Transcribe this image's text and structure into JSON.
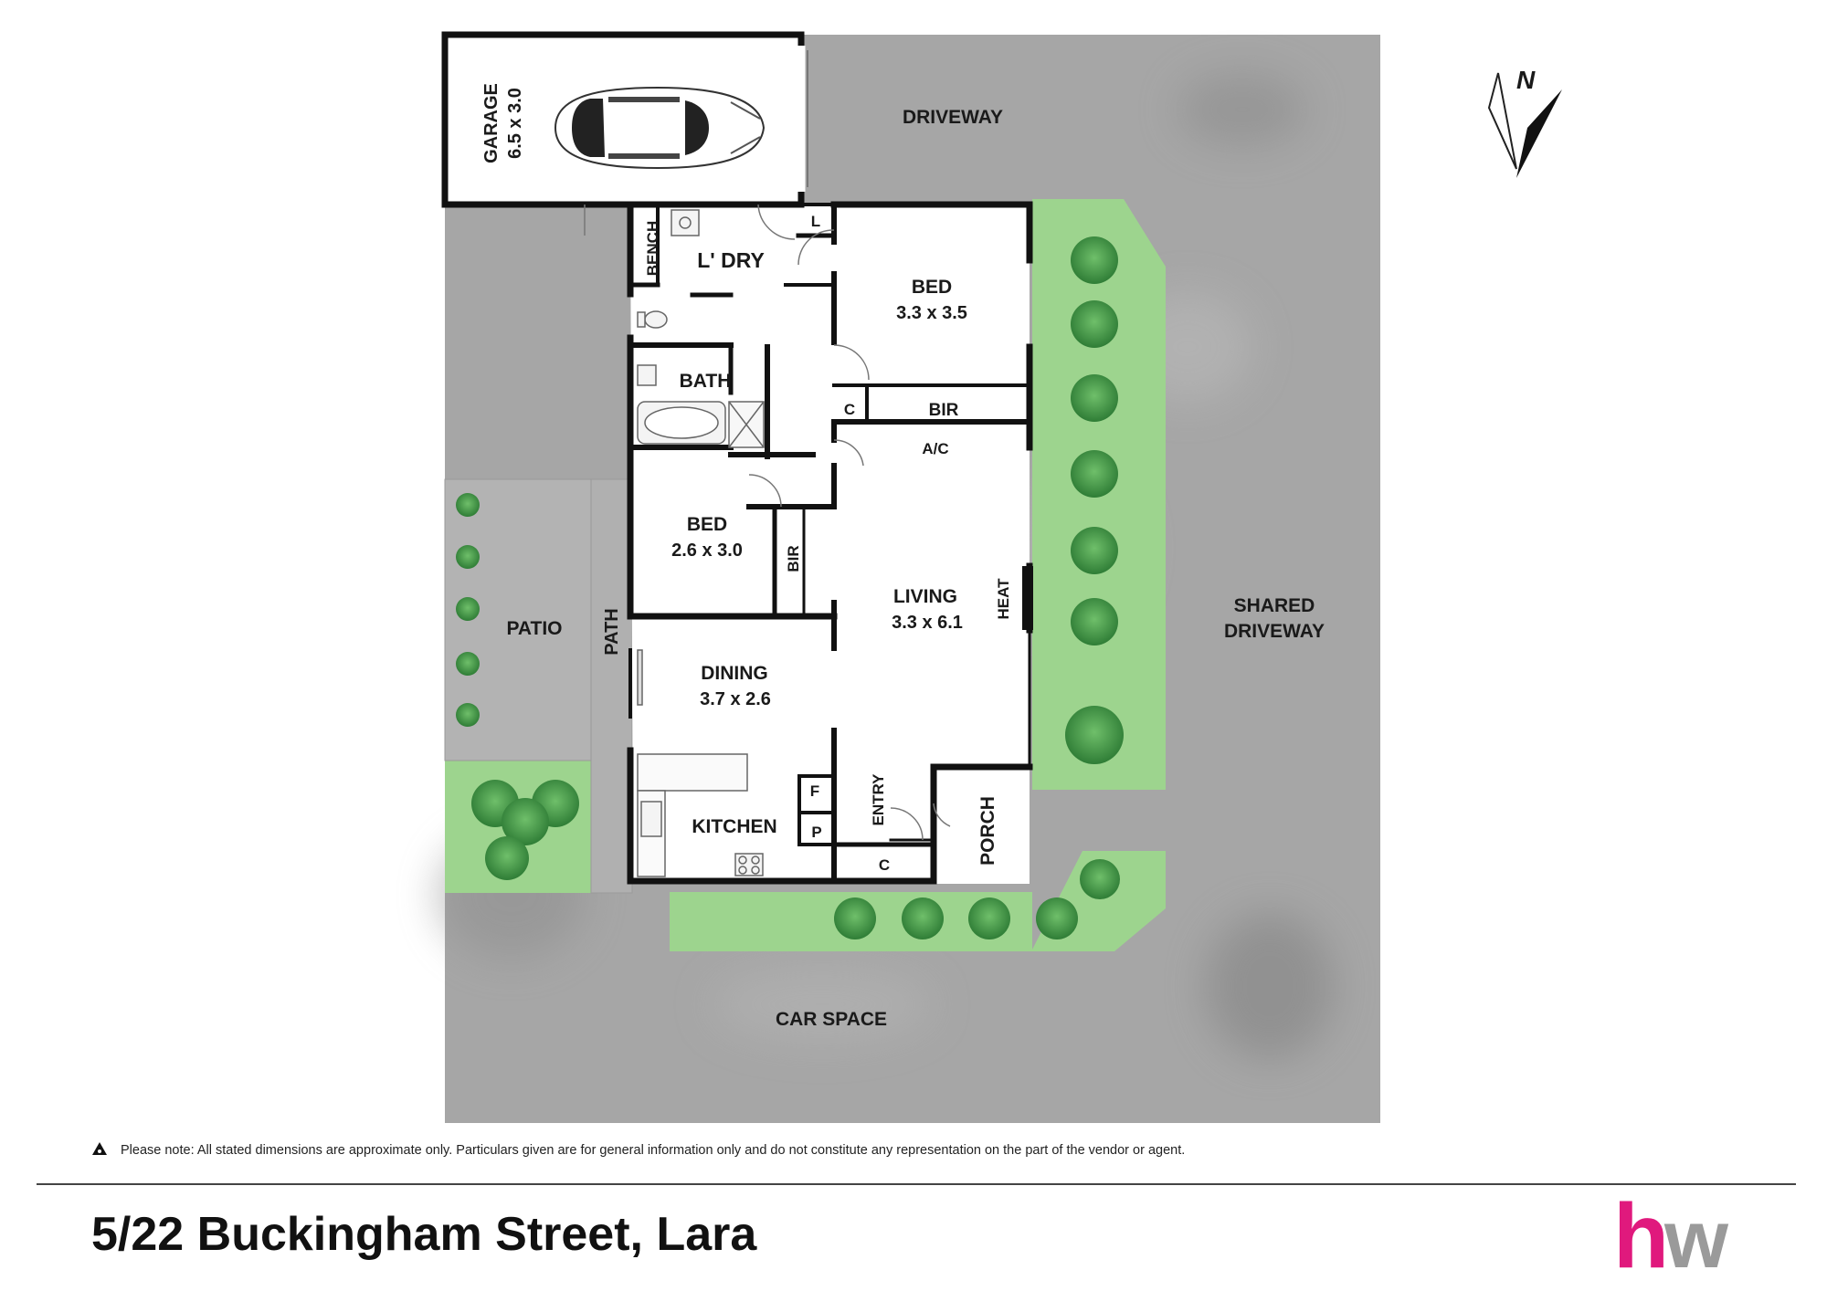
{
  "plan": {
    "rooms": {
      "garage": {
        "name": "GARAGE",
        "dims": "6.5 x 3.0"
      },
      "driveway": "DRIVEWAY",
      "laundry": "L' DRY",
      "bench": "BENCH",
      "linen": "L",
      "bed1": {
        "name": "BED",
        "dims": "3.3 x 3.5"
      },
      "bath": "BATH",
      "cupboard1": "C",
      "bir1": "BIR",
      "ac": "A/C",
      "bed2": {
        "name": "BED",
        "dims": "2.6 x 3.0"
      },
      "bir2": "BIR",
      "living": {
        "name": "LIVING",
        "dims": "3.3 x 6.1"
      },
      "heat": "HEAT",
      "patio": "PATIO",
      "path": "PATH",
      "shared_driveway": [
        "SHARED",
        "DRIVEWAY"
      ],
      "dining": {
        "name": "DINING",
        "dims": "3.7 x 2.6"
      },
      "fridge": "F",
      "pantry": "P",
      "kitchen": "KITCHEN",
      "entry": "ENTRY",
      "porch": "PORCH",
      "cupboard2": "C",
      "car_space": "CAR SPACE"
    },
    "north": "N"
  },
  "footer": {
    "disclaimer": "Please note: All stated dimensions are approximate only. Particulars given are for general information only and do not constitute any representation on the part of the vendor or agent.",
    "address": "5/22 Buckingham Street, Lara",
    "brand_letters": [
      "h",
      "w"
    ]
  },
  "colors": {
    "ground": "#a7a7a7",
    "lawn": "#9bd68c",
    "tree": "#4c9a4a",
    "wall": "#111111",
    "brand_pink": "#e0197d",
    "brand_grey": "#9a9a9a"
  }
}
